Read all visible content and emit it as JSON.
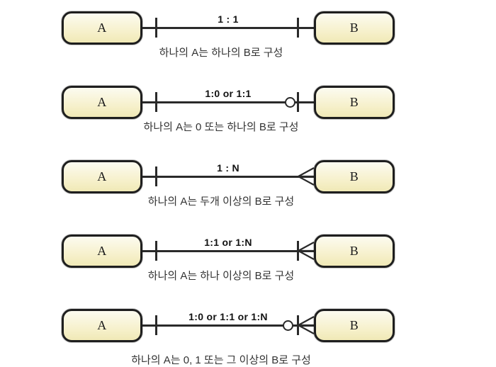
{
  "colors": {
    "background": "#ffffff",
    "entity_fill_top": "#fcfbf0",
    "entity_fill_bottom": "#f0e9b6",
    "entity_border": "#1e1e1e",
    "connector": "#2a2a2a",
    "label_text": "#111111",
    "caption_text": "#333333"
  },
  "diagram": {
    "rows": [
      {
        "left_entity": "A",
        "right_entity": "B",
        "label": "1 : 1",
        "caption": "하나의 A는 하나의 B로 구성",
        "left_marker": "one",
        "right_marker": "one"
      },
      {
        "left_entity": "A",
        "right_entity": "B",
        "label": "1:0 or 1:1",
        "caption": "하나의 A는 0 또는 하나의 B로 구성",
        "left_marker": "one",
        "right_marker": "zero-or-one"
      },
      {
        "left_entity": "A",
        "right_entity": "B",
        "label": "1 : N",
        "caption": "하나의 A는 두개 이상의 B로 구성",
        "left_marker": "one",
        "right_marker": "many"
      },
      {
        "left_entity": "A",
        "right_entity": "B",
        "label": "1:1 or 1:N",
        "caption": "하나의 A는 하나 이상의 B로 구성",
        "left_marker": "one",
        "right_marker": "one-or-many"
      },
      {
        "left_entity": "A",
        "right_entity": "B",
        "label": "1:0 or 1:1 or 1:N",
        "caption": "하나의 A는 0, 1 또는 그 이상의 B로 구성",
        "left_marker": "one",
        "right_marker": "zero-one-or-many"
      }
    ]
  }
}
